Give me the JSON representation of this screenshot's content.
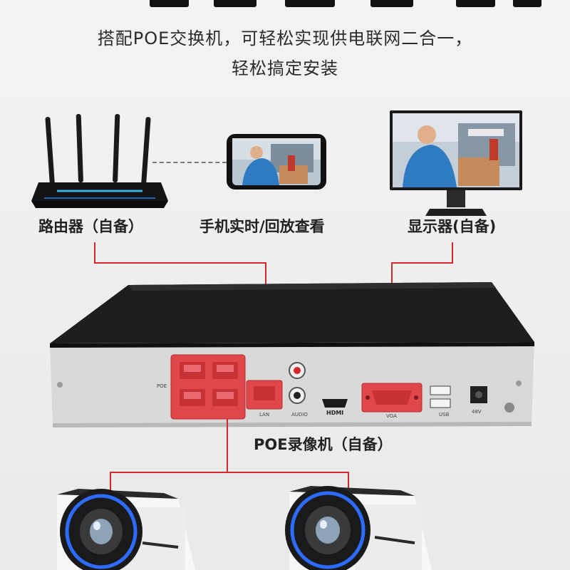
{
  "header": {
    "line1": "搭配POE交换机，可轻松实现供电联网二合一，",
    "line2": "轻松搞定安装"
  },
  "devices": {
    "router_label": "路由器（自备）",
    "phone_label": "手机实时/回放查看",
    "monitor_label": "显示器(自备)",
    "nvr_label": "POE录像机（自备）"
  },
  "nvr_panel": {
    "poe": "POE",
    "lan": "LAN",
    "audio": "AUDIO",
    "hdmi": "HDMI",
    "vga": "VGA",
    "usb": "USB",
    "power": "48V"
  },
  "colors": {
    "wire": "#d6262b",
    "port_highlight": "#e0474b",
    "nvr_body": "#1b1b1b",
    "nvr_panel": "#d9d9d9",
    "lens_ring": "#2e6cff"
  }
}
